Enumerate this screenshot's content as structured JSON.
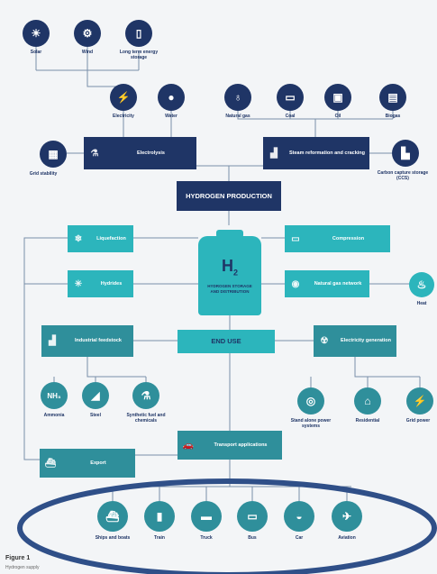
{
  "sources_top": [
    {
      "name": "solar",
      "label": "Solar",
      "icon": "☀"
    },
    {
      "name": "wind",
      "label": "Wind",
      "icon": "⚙"
    },
    {
      "name": "storage",
      "label": "Long term energy storage",
      "icon": "▯"
    }
  ],
  "sources_mid": [
    {
      "name": "electricity",
      "label": "Electricity",
      "icon": "⚡"
    },
    {
      "name": "water",
      "label": "Water",
      "icon": "💧"
    },
    {
      "name": "natural-gas",
      "label": "Natural gas",
      "icon": "♁"
    },
    {
      "name": "coal",
      "label": "Coal",
      "icon": "▭"
    },
    {
      "name": "oil",
      "label": "Oil",
      "icon": "▣"
    },
    {
      "name": "biogas",
      "label": "Biogas",
      "icon": "▤"
    }
  ],
  "electrolysis": "Electrolysis",
  "steam": "Steam reformation and cracking",
  "grid_stability": "Grid stability",
  "carbon_capture": "Carbon capture storage (CCS)",
  "hydrogen_production": "HYDROGEN PRODUCTION",
  "liquefaction": "Liquefaction",
  "compression": "Compression",
  "hydrides": "Hydrides",
  "natural_gas_network": "Natural gas network",
  "h2_symbol": "H",
  "h2_sub": "2",
  "h2_caption": "HYDROGEN STORAGE AND DISTRIBUTION",
  "heat": "Heat",
  "industrial_feedstock": "Industrial feedstock",
  "end_use": "END USE",
  "electricity_generation": "Electricity generation",
  "industry_items": [
    {
      "name": "ammonia",
      "label": "Ammonia",
      "icon": "NH₃"
    },
    {
      "name": "steel",
      "label": "Steel",
      "icon": "◢"
    },
    {
      "name": "synthetic-fuel",
      "label": "Synthetic fuel and chemicals",
      "icon": "⚗"
    }
  ],
  "power_items": [
    {
      "name": "stand-alone",
      "label": "Stand alone power systems",
      "icon": "◎"
    },
    {
      "name": "residential",
      "label": "Residential",
      "icon": "⌂"
    },
    {
      "name": "grid-power",
      "label": "Grid power",
      "icon": "⚡"
    }
  ],
  "export": "Export",
  "transport_applications": "Transport applications",
  "transport_items": [
    {
      "name": "ships",
      "label": "Ships and boats",
      "icon": "⛴"
    },
    {
      "name": "train",
      "label": "Train",
      "icon": "🚆"
    },
    {
      "name": "truck",
      "label": "Truck",
      "icon": "🚚"
    },
    {
      "name": "bus",
      "label": "Bus",
      "icon": "🚌"
    },
    {
      "name": "car",
      "label": "Car",
      "icon": "🚗"
    },
    {
      "name": "aviation",
      "label": "Aviation",
      "icon": "✈"
    }
  ],
  "figure_label": "Figure 1",
  "figure_caption": "Hydrogen supply",
  "colors": {
    "navy": "#1f3566",
    "teal": "#2cb5bc",
    "sea": "#2f8f9b",
    "line": "#6a7f9a",
    "ring": "#2f4f88"
  }
}
